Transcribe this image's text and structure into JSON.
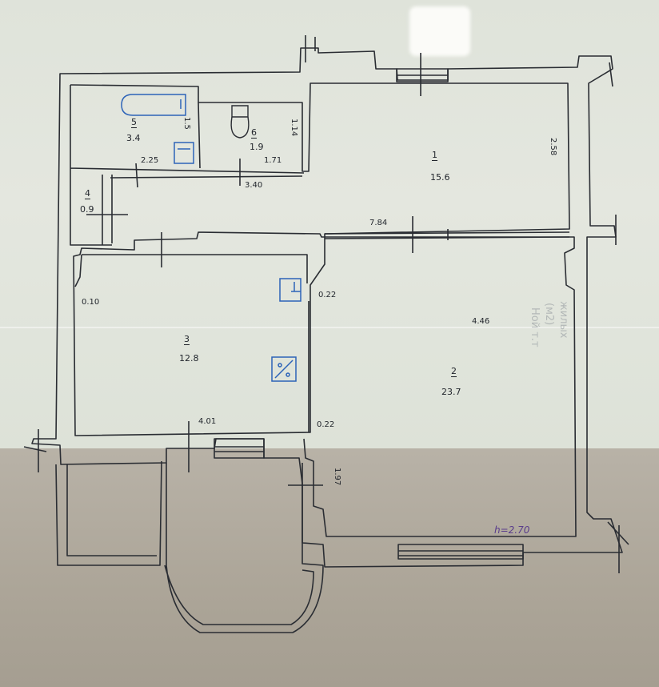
{
  "plan": {
    "rooms": [
      {
        "id": "1",
        "number": "1",
        "area": "15.6"
      },
      {
        "id": "2",
        "number": "2",
        "area": "23.7"
      },
      {
        "id": "3",
        "number": "3",
        "area": "12.8"
      },
      {
        "id": "4",
        "number": "4",
        "area": "0.9"
      },
      {
        "id": "5",
        "number": "5",
        "area": "3.4"
      },
      {
        "id": "6",
        "number": "6",
        "area": "1.9"
      }
    ],
    "dimensions": {
      "d_2_25": "2.25",
      "d_1_71": "1.71",
      "d_3_40": "3.40",
      "d_1_14": "1.14",
      "d_1_5": "1.5",
      "d_2_58": "2.58",
      "d_7_84": "7.84",
      "d_0_10": "0.10",
      "d_0_22_top": "0.22",
      "d_4_46": "4.46",
      "d_4_01": "4.01",
      "d_0_22_bottom": "0.22",
      "d_1_97": "1.97"
    },
    "ceiling_height_note": "h=2.70",
    "ghost_text": [
      "жилых",
      "(м2)",
      "Ной т.т"
    ],
    "colors": {
      "line": "#2a2d33",
      "fixture_blue": "#2c63b8",
      "note_purple": "#5a3d8c"
    },
    "icons": [
      "bathtub-icon",
      "sink-icon",
      "toilet-icon",
      "stove-icon",
      "electric-panel-icon"
    ]
  }
}
